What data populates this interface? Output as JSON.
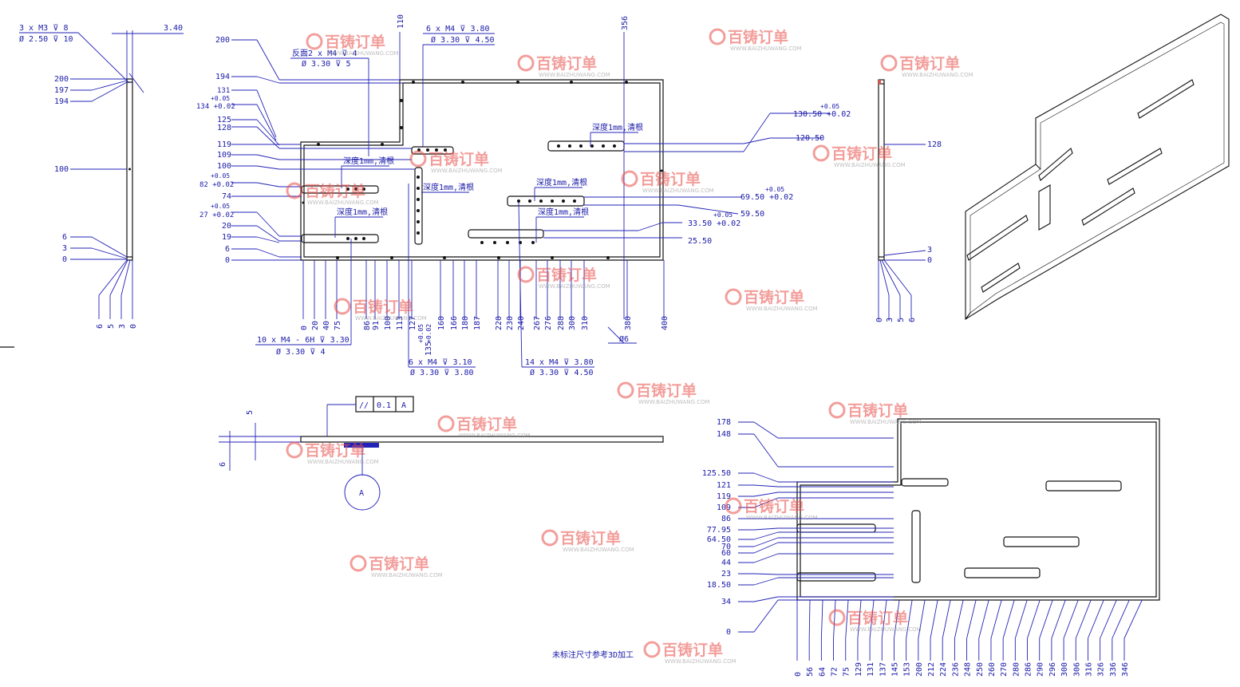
{
  "view_left": {
    "thread_callout": [
      "3 x  M3  ⊽ 8",
      "Ø 2.50 ⊽ 10"
    ],
    "width_dim": "3.40",
    "y_labels": [
      "200",
      "197",
      "194",
      "100",
      "6",
      "3",
      "0"
    ],
    "x_labels": [
      "6",
      "5",
      "3",
      "0"
    ]
  },
  "view_main": {
    "top_dims": [
      "110",
      "356"
    ],
    "callouts": [
      [
        "反面2 x  M4  ⊽ 4",
        "Ø 3.30 ⊽ 5"
      ],
      [
        "6 x  M4  ⊽ 3.80",
        "Ø 3.30 ⊽ 4.50"
      ],
      [
        "10 x  M4 - 6H ⊽ 3.30",
        "Ø 3.30 ⊽ 4"
      ],
      [
        "6 x  M4  ⊽ 3.10",
        "Ø 3.30 ⊽ 3.80"
      ],
      [
        "14 x  M4  ⊽ 3.80",
        "Ø 3.30 ⊽ 4.50"
      ]
    ],
    "depth_notes": [
      "深度1mm,清根",
      "深度1mm,清根",
      "深度1mm,清根",
      "深度1mm,清根",
      "深度1mm,清根",
      "深度1mm,清根"
    ],
    "y_left": [
      "200",
      "194",
      "131",
      "+0.05",
      "134 +0.02",
      "125",
      "128",
      "119",
      "109",
      "100",
      "+0.05",
      "82 +0.02",
      "74",
      "+0.05",
      "27 +0.02",
      "20",
      "19",
      "6",
      "0"
    ],
    "y_right": [
      "+0.05",
      "130.50 +0.02",
      "120.50",
      "+0.05",
      "69.50 +0.02",
      "59.50",
      "+0.05",
      "33.50 +0.02",
      "25.50"
    ],
    "x_bottom": [
      "0",
      "20",
      "40",
      "75",
      "86",
      "91",
      "100",
      "113",
      "127",
      "160",
      "166",
      "180",
      "187",
      "220",
      "230",
      "240",
      "267",
      "276",
      "288",
      "300",
      "310",
      "380",
      "400"
    ],
    "x_bottom_special": [
      "+0.05",
      "+0.02",
      "135"
    ],
    "hole_dim": "Ø6"
  },
  "view_side": {
    "label_128": "128",
    "y_labels": [
      "3",
      "0"
    ],
    "x_labels": [
      "0",
      "3",
      "5",
      "6"
    ]
  },
  "view_flatness": {
    "tolerance": [
      "//",
      "0.1",
      "A"
    ],
    "datum": "A",
    "dims": [
      "5",
      "6"
    ]
  },
  "view_bottom": {
    "y_labels": [
      "178",
      "148",
      "125.50",
      "121",
      "119",
      "109",
      "86",
      "77.95",
      "64.50",
      "70",
      "60",
      "44",
      "23",
      "18.50",
      "34",
      "0"
    ],
    "x_labels": [
      "0",
      "56",
      "64",
      "72",
      "75",
      "129",
      "131",
      "137",
      "145",
      "153",
      "200",
      "212",
      "224",
      "236",
      "248",
      "250",
      "260",
      "270",
      "280",
      "286",
      "290",
      "296",
      "300",
      "306",
      "316",
      "326",
      "336",
      "346"
    ]
  },
  "note": "未标注尺寸参考3D加工",
  "watermark": {
    "brand": "百铸订单",
    "url": "WWW.BAIZHUWANG.COM",
    "color": "#e8504a"
  },
  "colors": {
    "dimension": "#2323b8",
    "part": "#111111"
  }
}
